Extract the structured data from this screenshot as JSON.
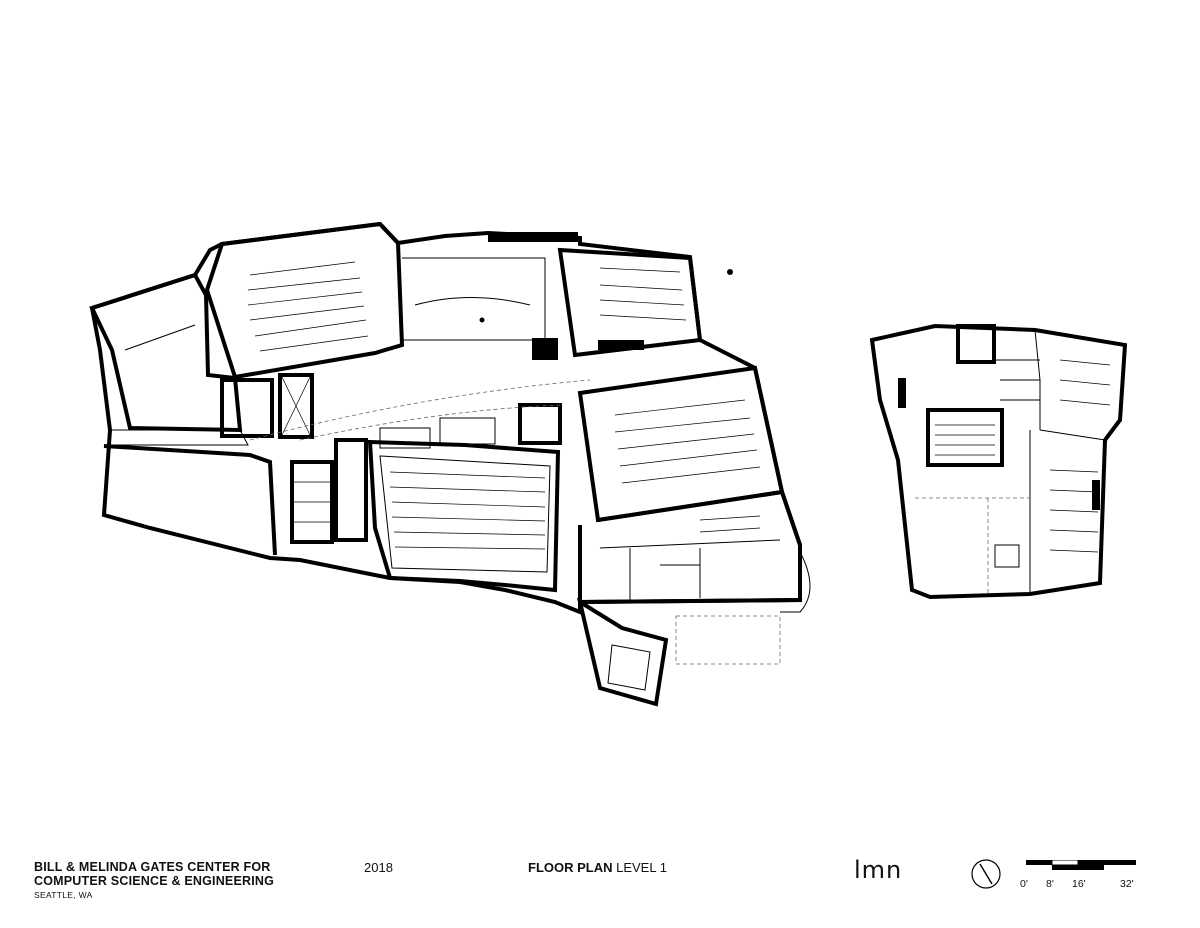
{
  "title_block": {
    "building_line1": "BILL & MELINDA GATES CENTER FOR",
    "building_line2": "COMPUTER SCIENCE & ENGINEERING",
    "location": "SEATTLE, WA",
    "year": "2018",
    "plan_label_bold": "FLOOR PLAN",
    "plan_label_rest": " LEVEL 1",
    "logo": "lmn"
  },
  "north_arrow": {
    "icon": "north-arrow-icon"
  },
  "scale": {
    "labels": [
      "0'",
      "8'",
      "16'",
      "32'"
    ],
    "values": [
      0,
      8,
      16,
      32
    ],
    "unit": "feet"
  }
}
